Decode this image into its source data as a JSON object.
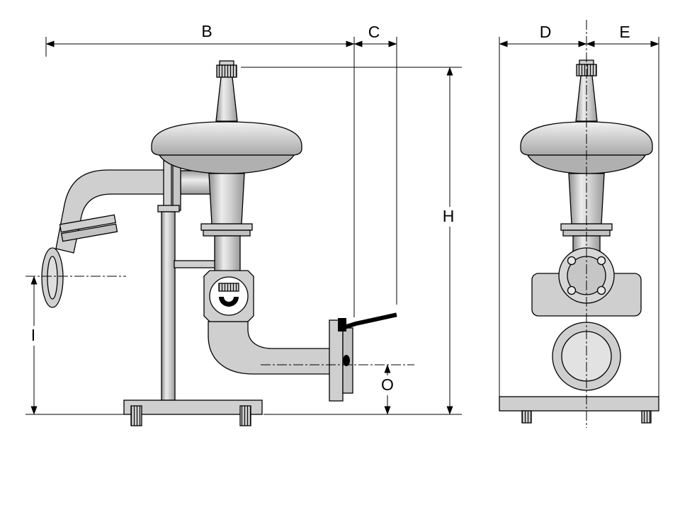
{
  "drawing": {
    "dimension_labels": {
      "B": "B",
      "C": "C",
      "D": "D",
      "E": "E",
      "H": "H",
      "I": "I",
      "O": "O"
    },
    "colors": {
      "line": "#000000",
      "fill": "#cfcfcf",
      "fill_light": "#e6e6e6",
      "fill_dark": "#b0b0b0",
      "background": "#ffffff"
    }
  }
}
